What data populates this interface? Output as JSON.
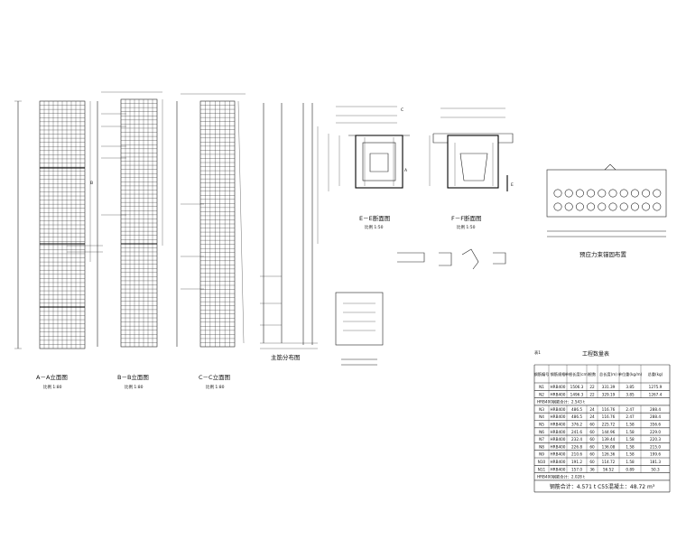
{
  "views": {
    "aa": {
      "caption": "A－A立面图",
      "scale": "比例 1:80"
    },
    "bb": {
      "caption": "B－B立面图",
      "scale": "比例 1:80"
    },
    "cc": {
      "caption": "C－C立面图",
      "scale": "比例 1:80"
    },
    "ee": {
      "caption": "E－E断面图",
      "scale": "比例 1:50"
    },
    "ff": {
      "caption": "F－F断面图",
      "scale": "比例 1:50"
    },
    "diag": {
      "caption": "主筋分布图"
    },
    "anchor": {
      "caption": "预应力束锚固布置"
    }
  },
  "section_markers": [
    "A",
    "B",
    "C",
    "E"
  ],
  "table": {
    "note": "表1",
    "title": "工程数量表",
    "headers": [
      "钢筋编号",
      "钢筋规格",
      "单根长度(cm)",
      "根数",
      "总长度(m)",
      "单位重(kg/m)",
      "总重(kg)"
    ],
    "group1_rows": [
      [
        "N1",
        "HRB400",
        "1506.3",
        "22",
        "331.39",
        "3.85",
        "1275.9"
      ],
      [
        "N2",
        "HRB400",
        "1496.3",
        "22",
        "329.19",
        "3.85",
        "1267.4"
      ]
    ],
    "group1_total": "HRB400钢筋合计：2.543 t",
    "group2_rows": [
      [
        "N3",
        "HRB400",
        "486.5",
        "24",
        "116.76",
        "2.47",
        "288.4"
      ],
      [
        "N4",
        "HRB400",
        "486.5",
        "24",
        "116.76",
        "2.47",
        "288.4"
      ],
      [
        "N5",
        "HRB400",
        "376.2",
        "60",
        "225.72",
        "1.58",
        "356.6"
      ],
      [
        "N6",
        "HRB400",
        "241.6",
        "60",
        "144.96",
        "1.58",
        "229.0"
      ],
      [
        "N7",
        "HRB400",
        "232.4",
        "60",
        "139.44",
        "1.58",
        "220.3"
      ],
      [
        "N8",
        "HRB400",
        "226.8",
        "60",
        "136.08",
        "1.58",
        "215.0"
      ],
      [
        "N9",
        "HRB400",
        "210.6",
        "60",
        "126.36",
        "1.58",
        "199.6"
      ],
      [
        "N10",
        "HRB400",
        "191.2",
        "60",
        "114.72",
        "1.58",
        "181.3"
      ],
      [
        "N11",
        "HRB400",
        "157.0",
        "36",
        "56.52",
        "0.89",
        "50.3"
      ]
    ],
    "group2_total": "HRB400钢筋合计：2.028 t",
    "grand_total": "钢筋合计：4.571 t      C55混凝土：48.72 m³"
  }
}
